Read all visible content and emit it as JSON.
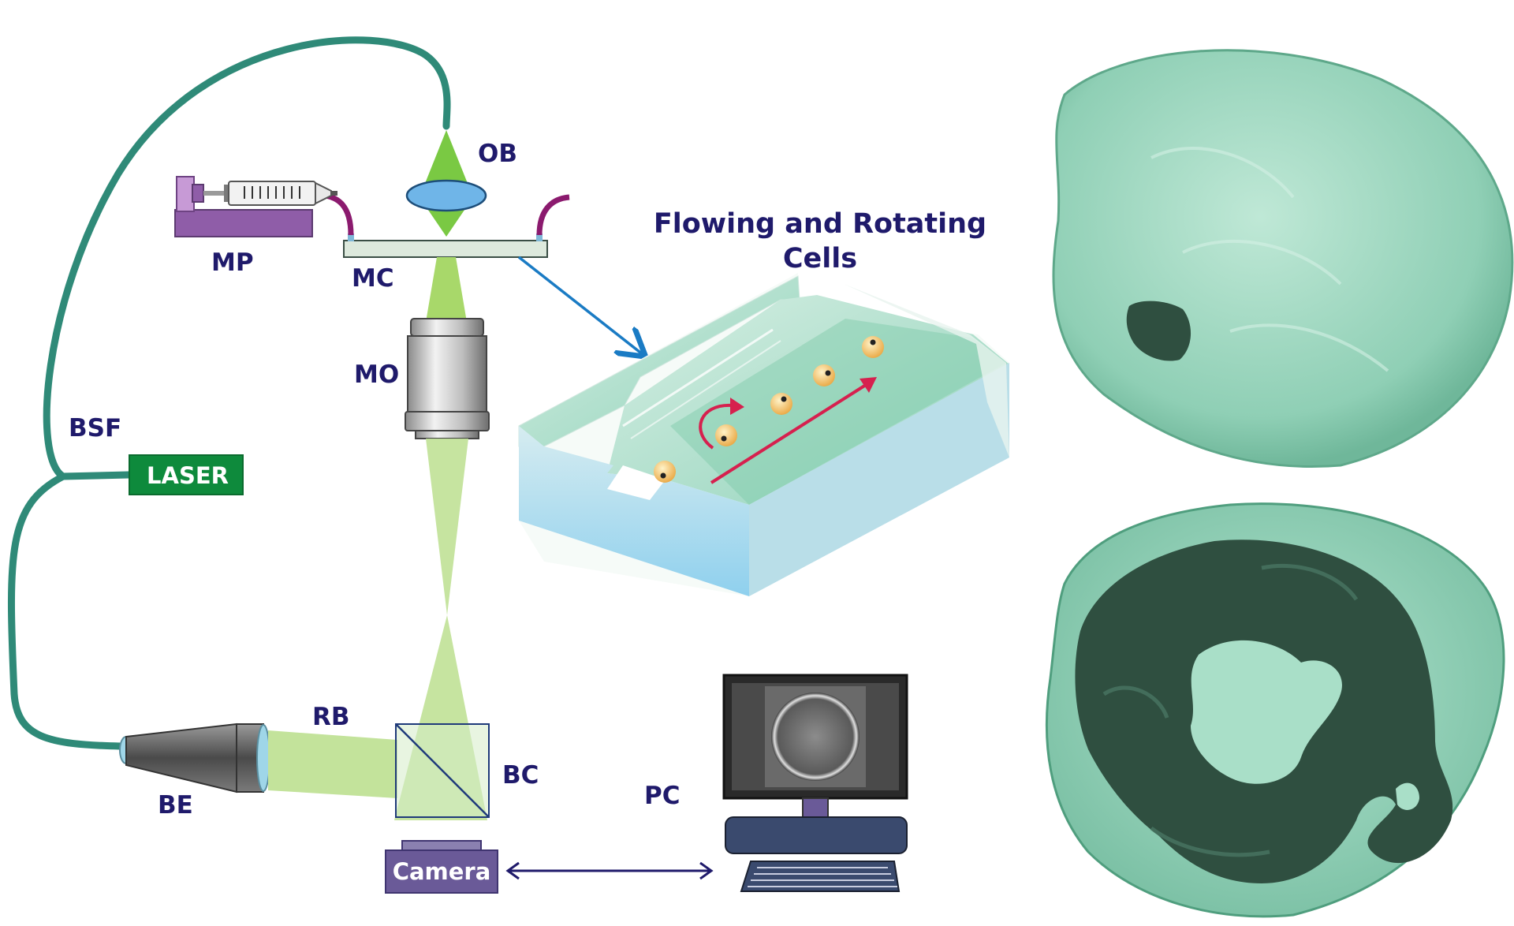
{
  "labels": {
    "ob": "OB",
    "mp": "MP",
    "mc": "MC",
    "mo": "MO",
    "bsf": "BSF",
    "laser": "LASER",
    "rb": "RB",
    "bc": "BC",
    "be": "BE",
    "pc": "PC",
    "camera": "Camera",
    "flow_title_line1": "Flowing and Rotating",
    "flow_title_line2": "Cells"
  },
  "colors": {
    "fiber": "#2f8a78",
    "label_text": "#1f1a6b",
    "laser_fill": "#0e8a3c",
    "beam_green": "#a8d86a",
    "lens_blue": "#6fb5e8",
    "syringe_purple": "#8f5da8",
    "tube_magenta": "#8b1a6e",
    "arrow_blue": "#1a7bc4",
    "flow_arrow_red": "#d6204e",
    "cell_body": "#f3c46a",
    "camera_fill": "#6a5a98",
    "cell_membrane": "#9fd6bf",
    "cell_internal": "#2f4f40"
  },
  "icons": [
    "syringe-pump-icon",
    "objective-lens-icon",
    "microscope-objective-icon",
    "beam-expander-icon",
    "beam-combiner-icon",
    "camera-icon",
    "computer-monitor-icon",
    "keyboard-icon",
    "microchannel-icon",
    "cell-3d-render-icon"
  ]
}
